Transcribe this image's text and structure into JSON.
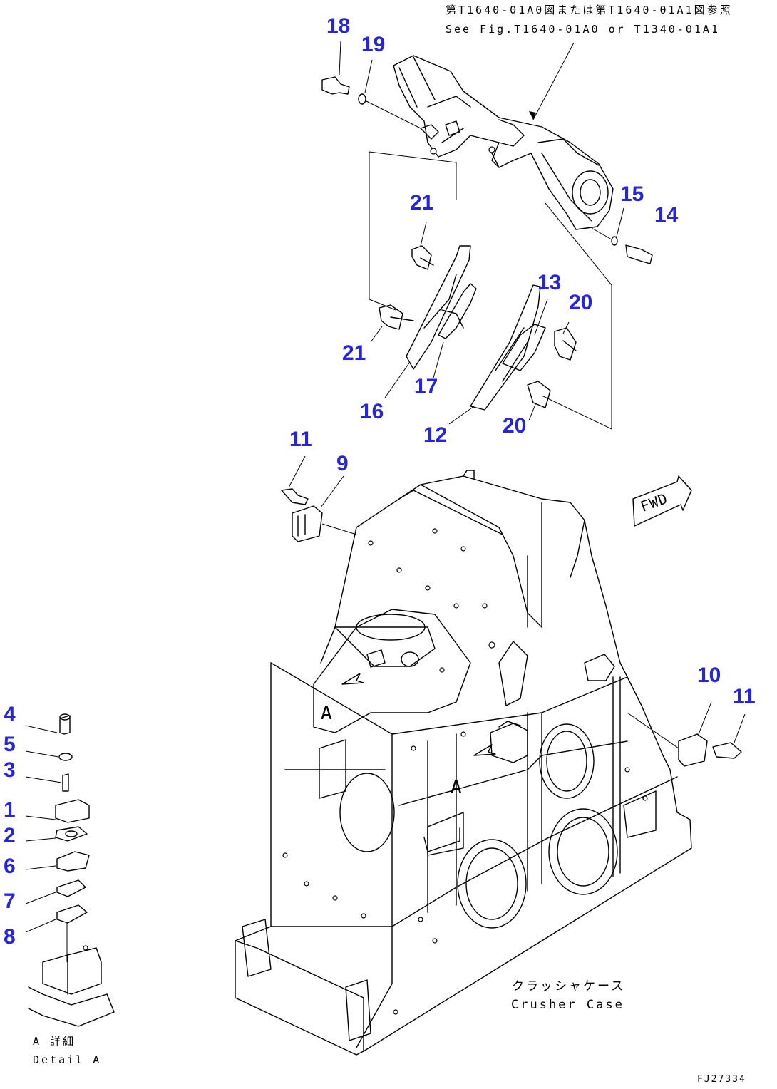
{
  "header_note": {
    "line1": "第T1640-01A0図または第T1640-01A1図参照",
    "line2": "See Fig.T1640-01A0 or T1340-01A1"
  },
  "callouts": [
    {
      "id": "18",
      "text": "18"
    },
    {
      "id": "19",
      "text": "19"
    },
    {
      "id": "15",
      "text": "15"
    },
    {
      "id": "14",
      "text": "14"
    },
    {
      "id": "21a",
      "text": "21"
    },
    {
      "id": "21b",
      "text": "21"
    },
    {
      "id": "13",
      "text": "13"
    },
    {
      "id": "20a",
      "text": "20"
    },
    {
      "id": "17",
      "text": "17"
    },
    {
      "id": "16",
      "text": "16"
    },
    {
      "id": "12",
      "text": "12"
    },
    {
      "id": "20b",
      "text": "20"
    },
    {
      "id": "11a",
      "text": "11"
    },
    {
      "id": "9",
      "text": "9"
    },
    {
      "id": "10",
      "text": "10"
    },
    {
      "id": "11b",
      "text": "11"
    },
    {
      "id": "4",
      "text": "4"
    },
    {
      "id": "5",
      "text": "5"
    },
    {
      "id": "3",
      "text": "3"
    },
    {
      "id": "1",
      "text": "1"
    },
    {
      "id": "2",
      "text": "2"
    },
    {
      "id": "6",
      "text": "6"
    },
    {
      "id": "7",
      "text": "7"
    },
    {
      "id": "8",
      "text": "8"
    }
  ],
  "detail_marks": {
    "a1": "A",
    "a2": "A"
  },
  "fwd_label": "FWD",
  "crusher_case": {
    "jp": "クラッシャケース",
    "en": "Crusher Case"
  },
  "detail_caption": {
    "jp": "A 詳細",
    "en": "Detail A"
  },
  "drawing_code": "FJ27334"
}
